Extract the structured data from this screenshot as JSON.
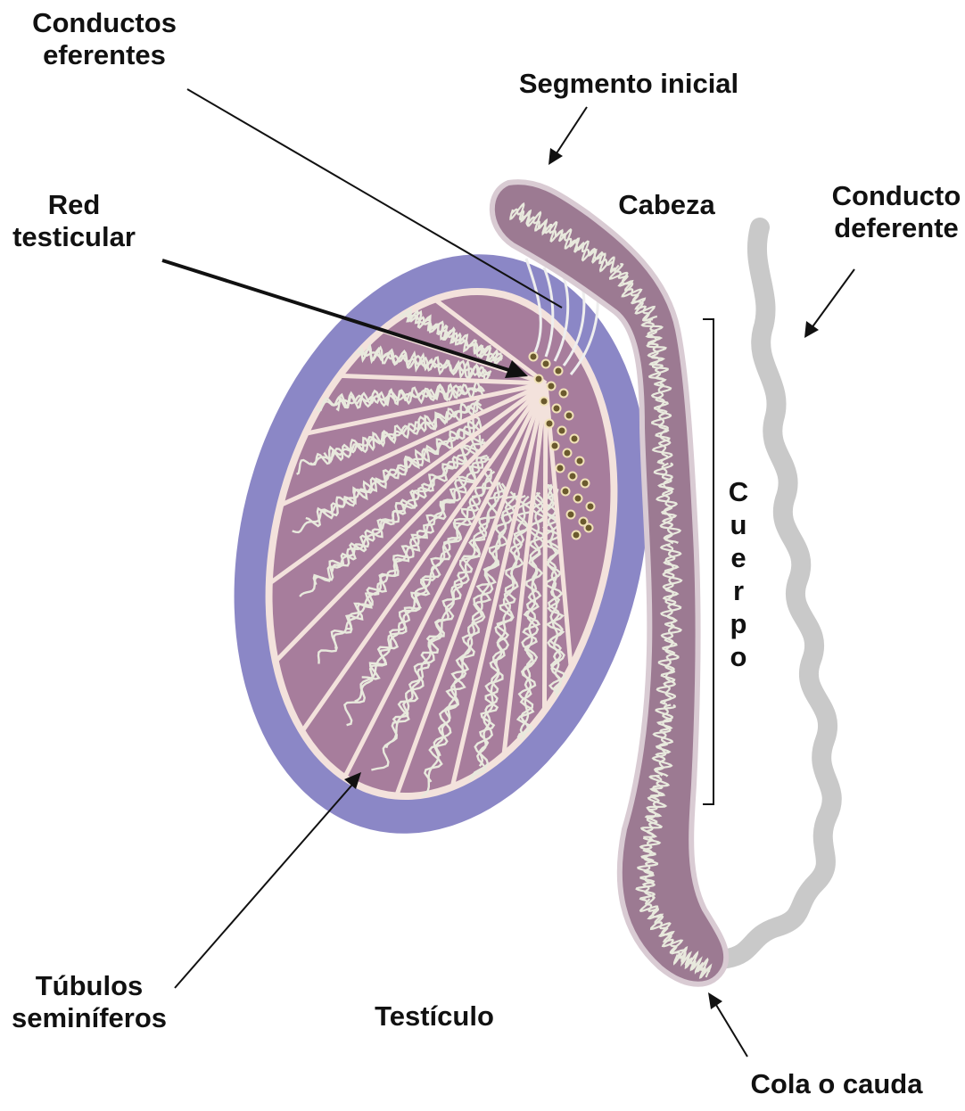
{
  "labels": {
    "conductos_eferentes": [
      "Conductos",
      "eferentes"
    ],
    "segmento_inicial": "Segmento inicial",
    "red_testicular": [
      "Red",
      "testicular"
    ],
    "cabeza": "Cabeza",
    "conducto_deferente": [
      "Conducto",
      "deferente"
    ],
    "cuerpo_letters": [
      "C",
      "u",
      "e",
      "r",
      "p",
      "o"
    ],
    "tubulos_seminiferos": [
      "Túbulos",
      "seminíferos"
    ],
    "testiculo": "Testículo",
    "cola_o_cauda": "Cola o cauda"
  },
  "colors": {
    "tunica": "#8b87c6",
    "lobule": "#a77d9c",
    "septum": "#f3e2dc",
    "tubule": "#e8e9dd",
    "epididymis": "#9c7a92",
    "vas_deferens": "#c9c9c9",
    "rete": "#6b5a2e"
  }
}
